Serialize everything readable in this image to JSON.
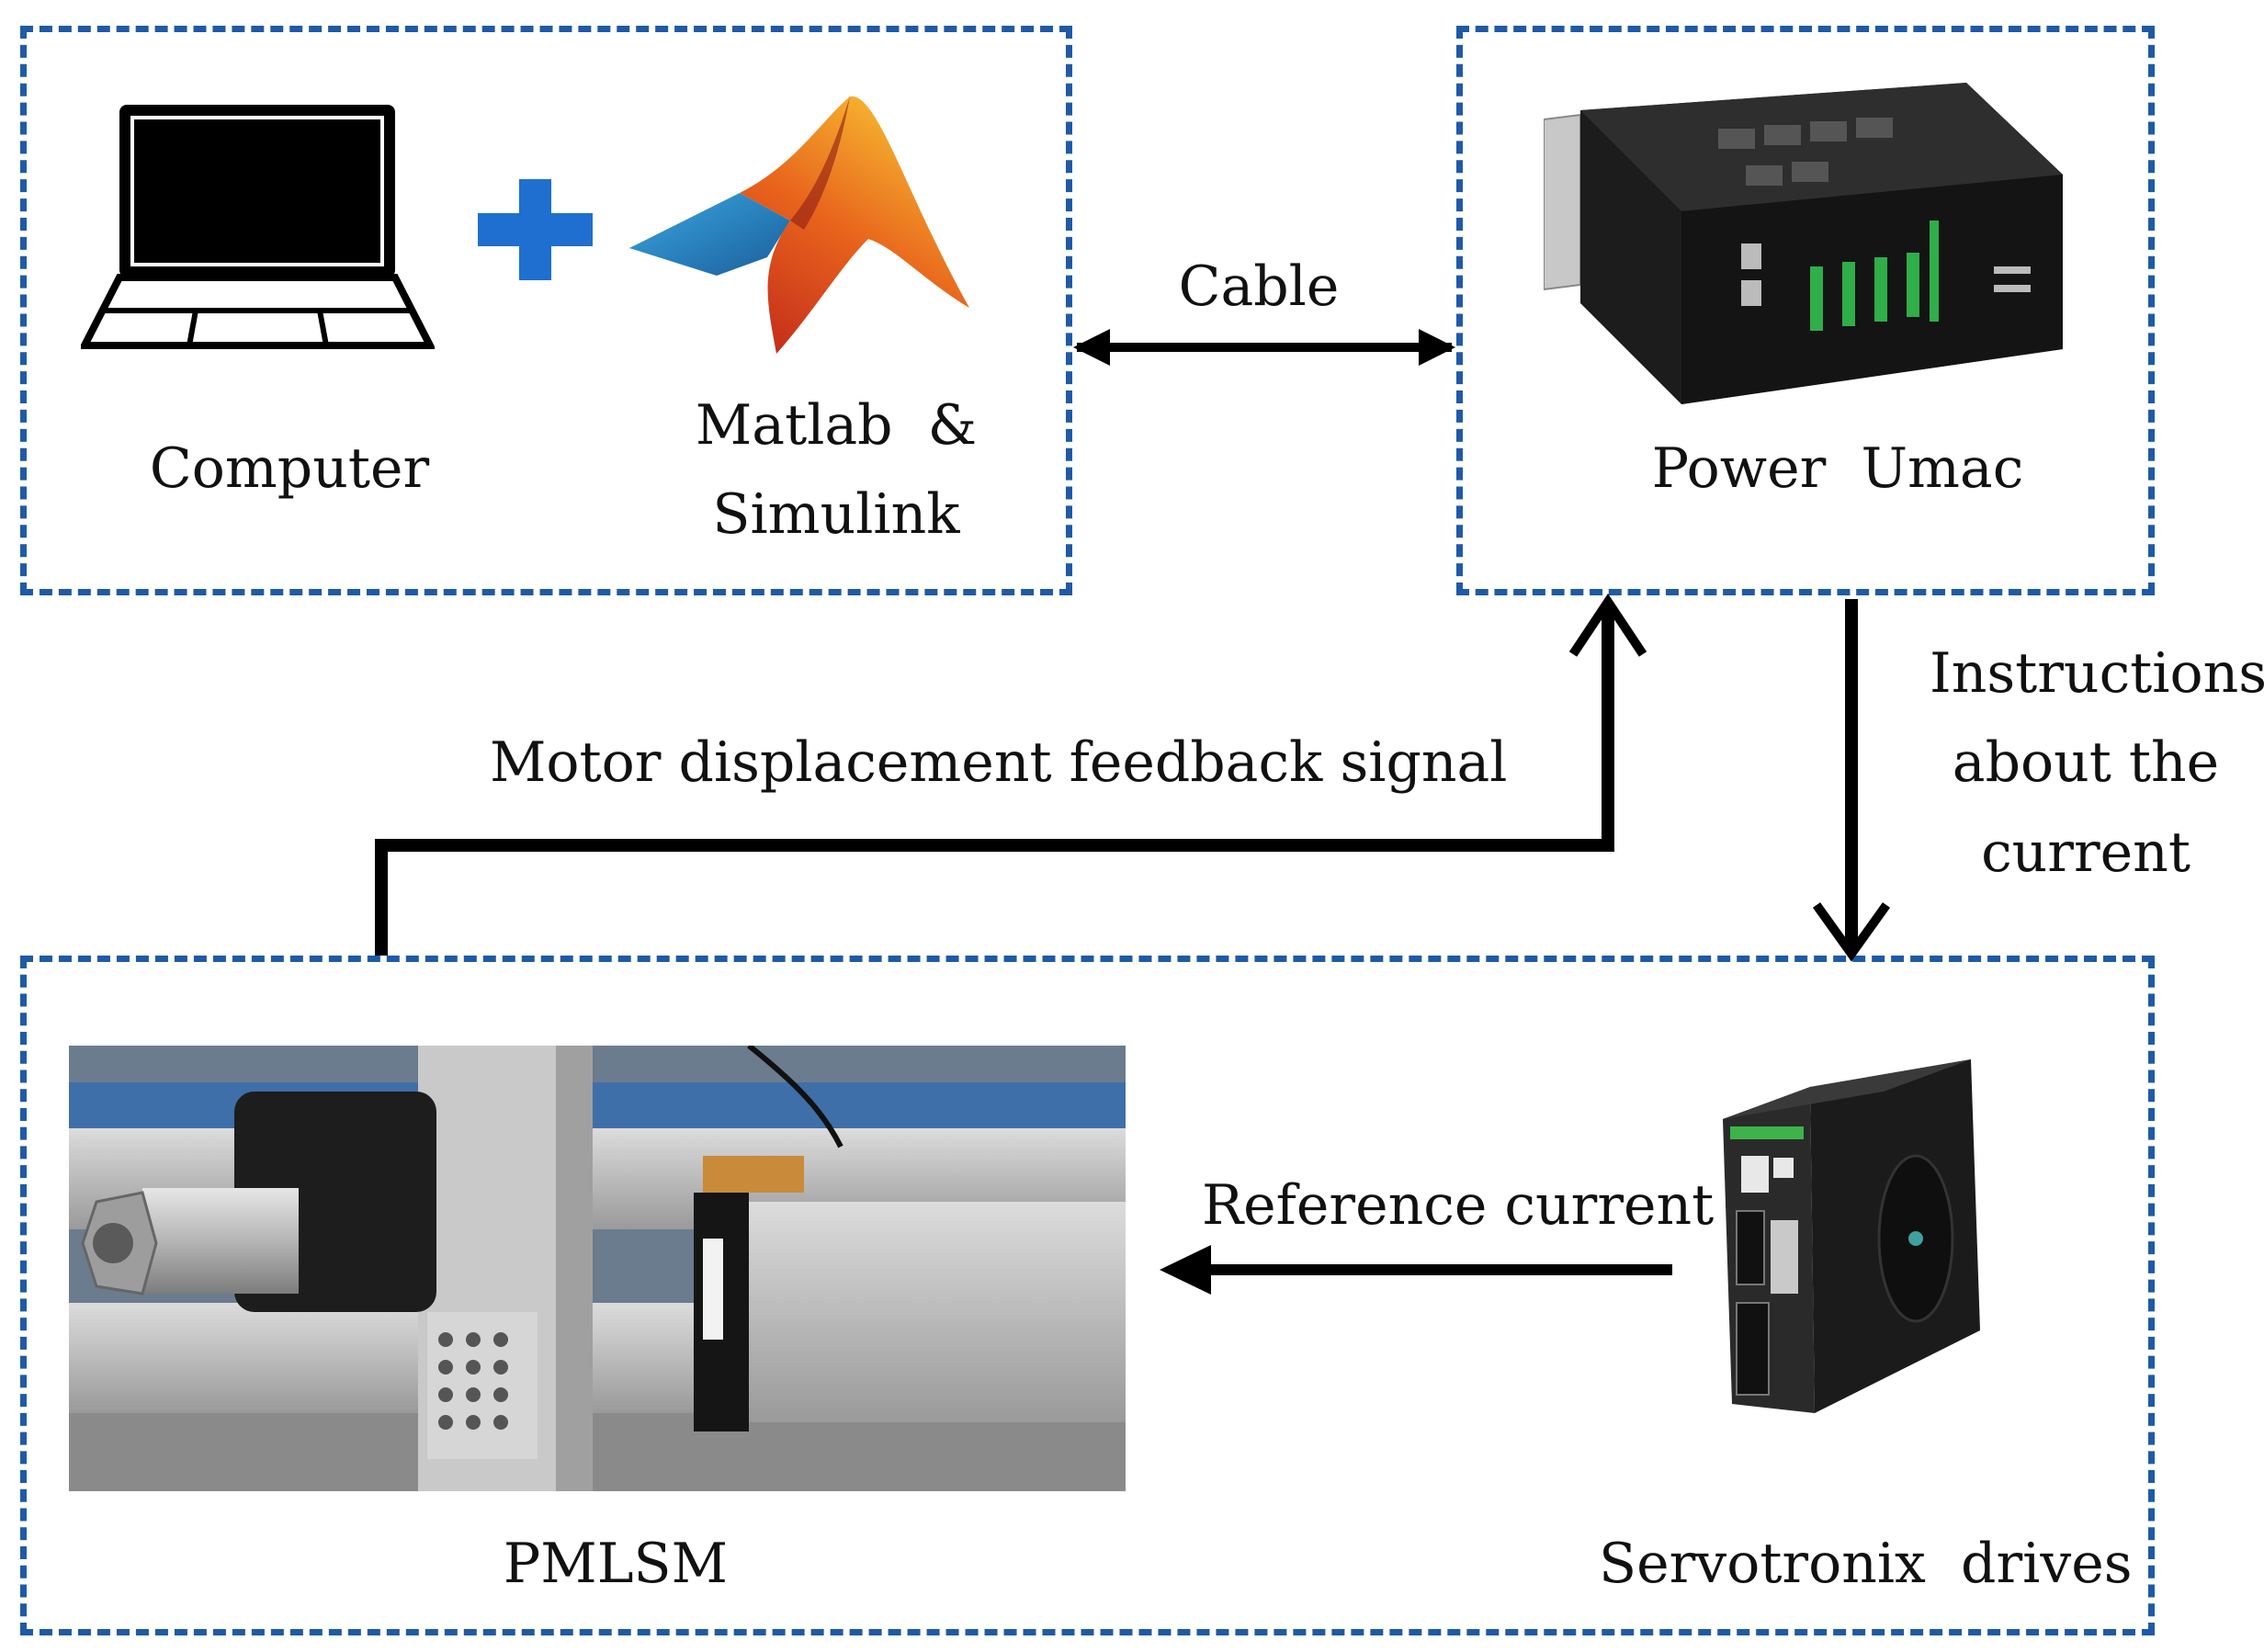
{
  "labels": {
    "computer": "Computer",
    "matlab_line1": "Matlab  &",
    "matlab_line2": "Simulink",
    "cable": "Cable",
    "power_umac": "Power  Umac",
    "feedback": "Motor displacement feedback signal",
    "instructions_line1": "Instructions",
    "instructions_line2": "about the",
    "instructions_line3": "current",
    "reference": "Reference current",
    "pmlsm": "PMLSM",
    "servotronix": "Servotronix  drives"
  },
  "colors": {
    "box_border": "#1f5aa6",
    "plus": "#1f6fd0",
    "arrow": "#000000"
  },
  "icons": {
    "laptop": "laptop-icon",
    "plus": "plus-icon",
    "matlab": "matlab-logo",
    "umac": "power-umac-photo",
    "pmlsm": "pmlsm-photo",
    "drive": "servo-drive-photo"
  }
}
